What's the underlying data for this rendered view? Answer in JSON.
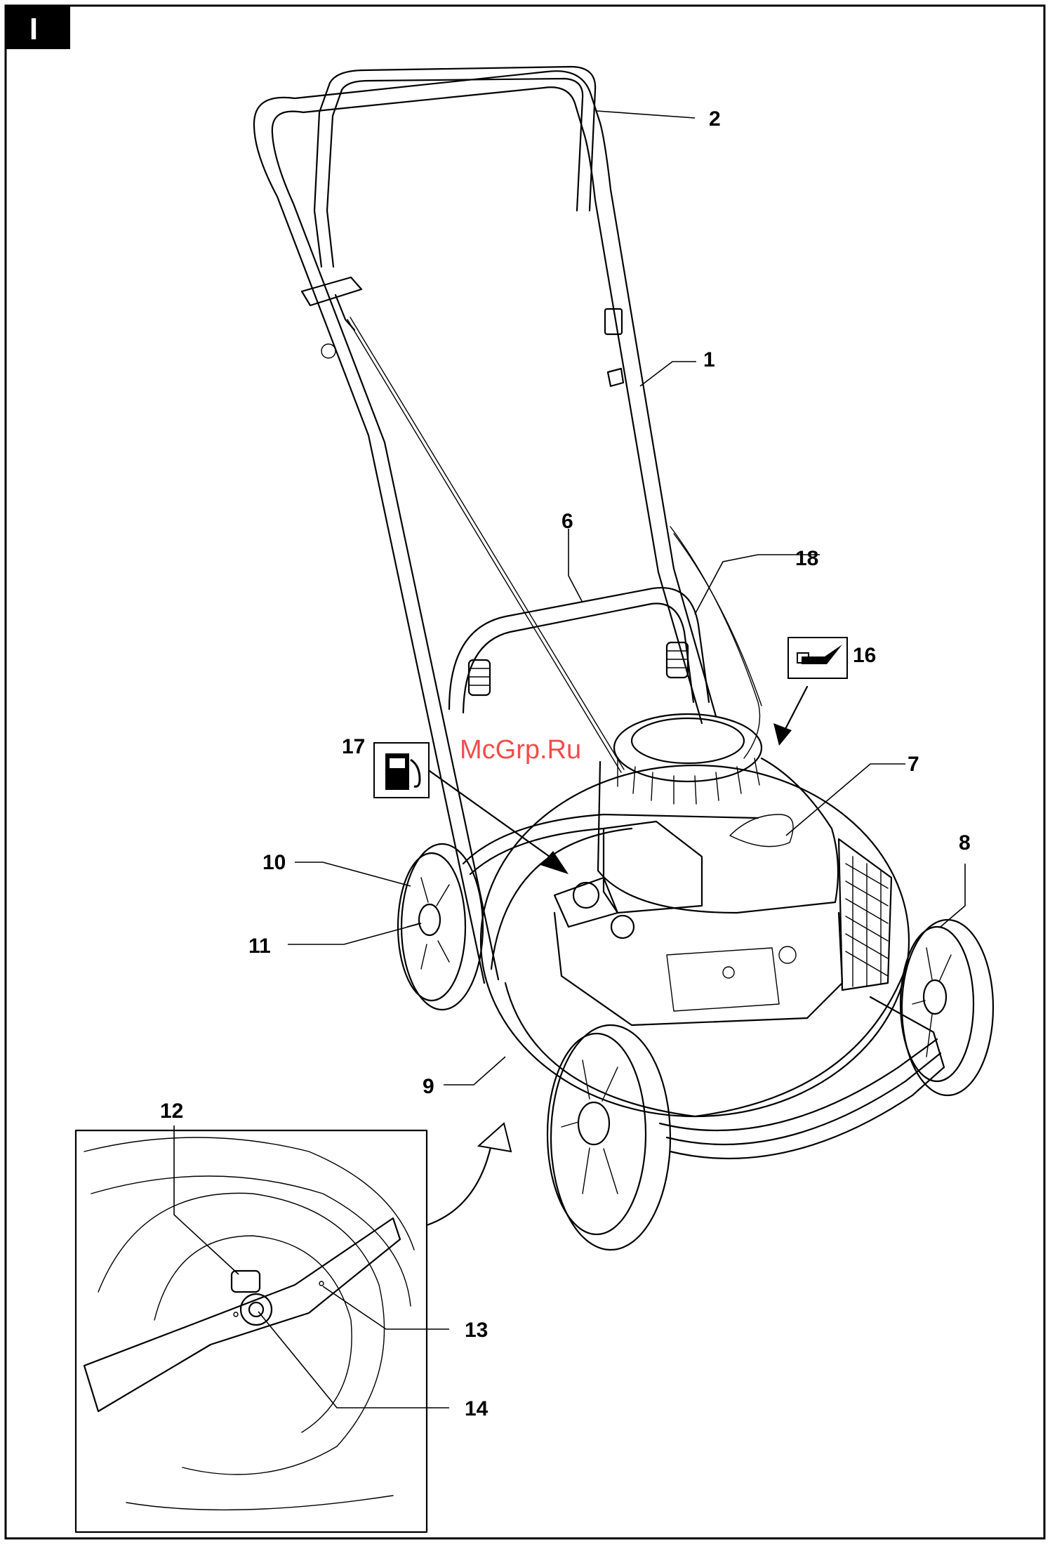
{
  "page_tab": "I",
  "watermark": "McGrp.Ru",
  "callouts": {
    "c1": "1",
    "c2": "2",
    "c6": "6",
    "c7": "7",
    "c8": "8",
    "c9": "9",
    "c10": "10",
    "c11": "11",
    "c12": "12",
    "c13": "13",
    "c14": "14",
    "c16": "16",
    "c17": "17",
    "c18": "18"
  },
  "icons": {
    "oil_symbol": "oil-can-icon",
    "fuel_symbol": "fuel-pump-icon"
  }
}
